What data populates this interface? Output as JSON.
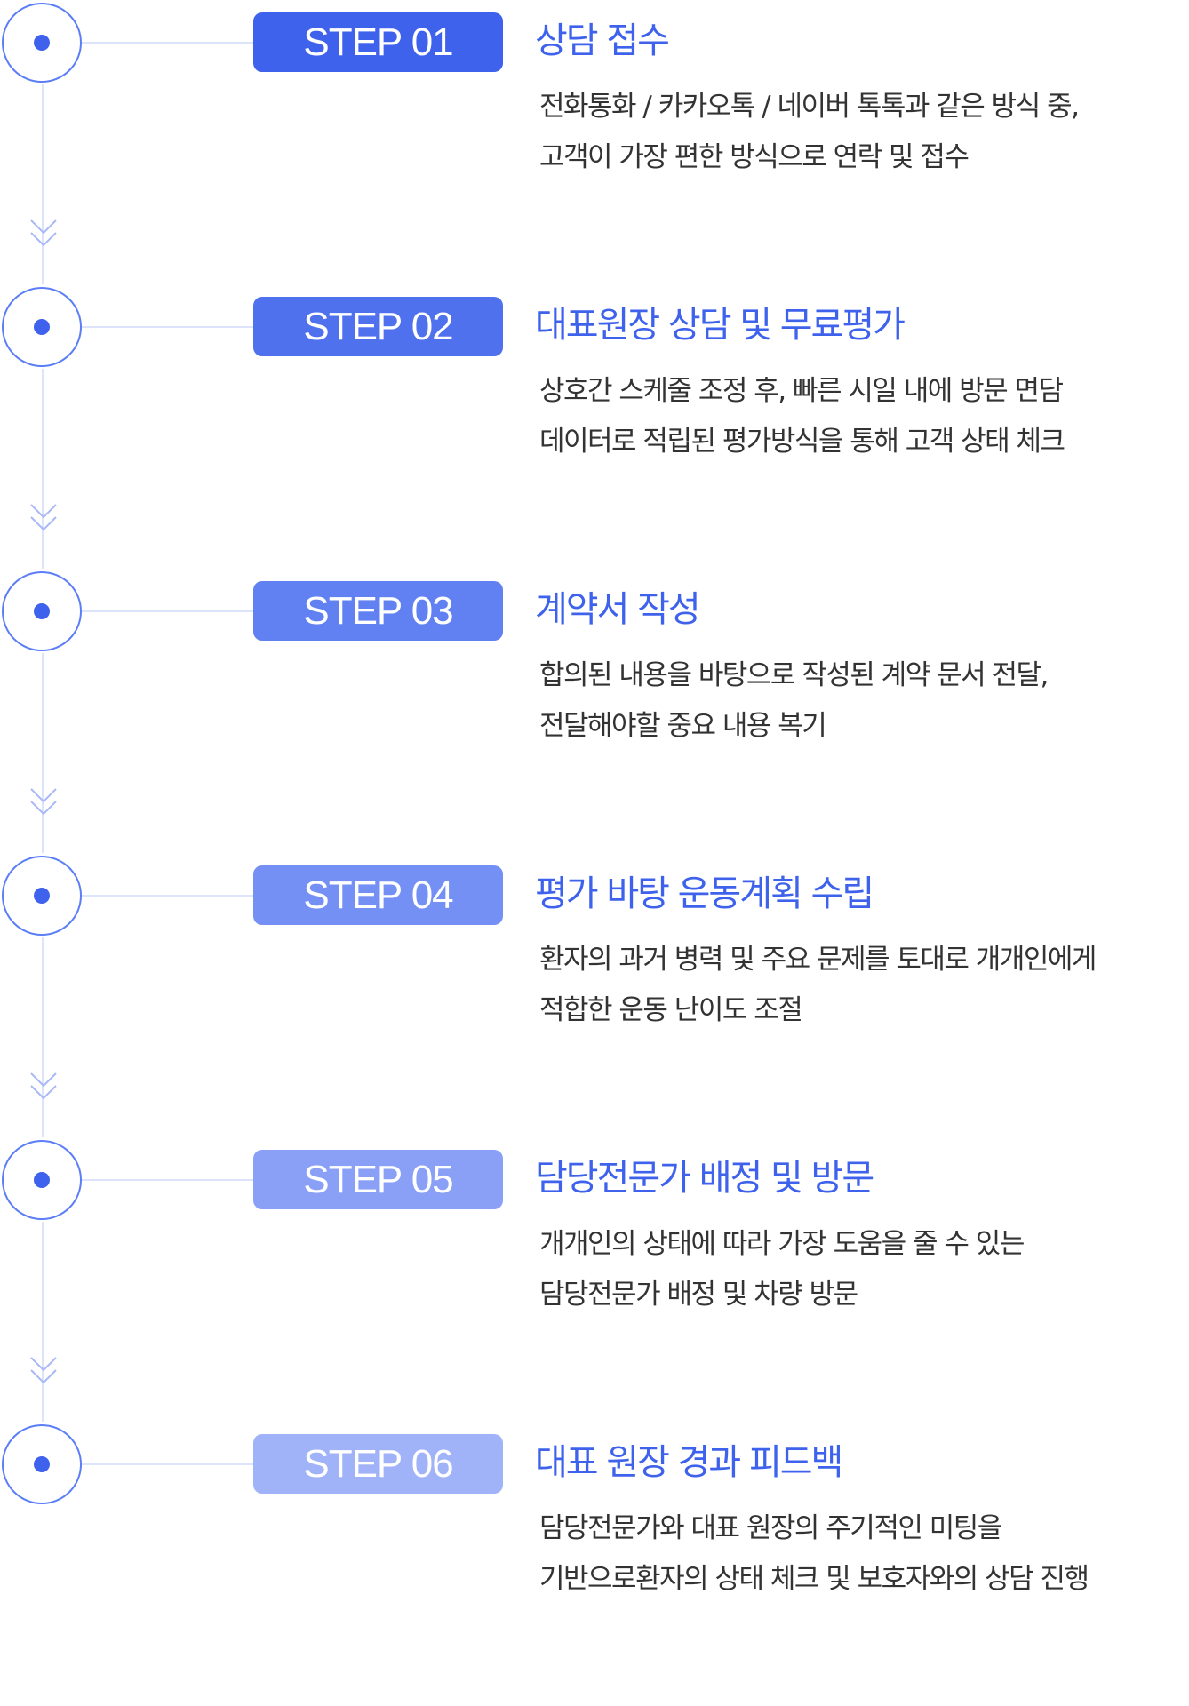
{
  "colors": {
    "accent": "#3f62ec",
    "line": "#dde3fb",
    "text": "#333333"
  },
  "steps": [
    {
      "badge": "STEP 01",
      "badge_color": "#3f62ec",
      "title": "상담 접수",
      "lines": [
        "전화통화 / 카카오톡 / 네이버 톡톡과 같은 방식 중,",
        "고객이 가장 편한 방식으로 연락 및 접수"
      ]
    },
    {
      "badge": "STEP 02",
      "badge_color": "#4f71ee",
      "title": "대표원장 상담 및 무료평가",
      "lines": [
        "상호간 스케줄 조정 후, 빠른 시일 내에 방문 면담",
        "데이터로 적립된 평가방식을 통해 고객 상태 체크"
      ]
    },
    {
      "badge": "STEP 03",
      "badge_color": "#6180f2",
      "title": "계약서 작성",
      "lines": [
        "합의된 내용을 바탕으로 작성된 계약 문서 전달,",
        "전달해야할 중요 내용 복기"
      ]
    },
    {
      "badge": "STEP 04",
      "badge_color": "#7590f4",
      "title": "평가 바탕 운동계획 수립",
      "lines": [
        "환자의 과거 병력 및 주요 문제를 토대로 개개인에게",
        "적합한 운동 난이도 조절"
      ]
    },
    {
      "badge": "STEP 05",
      "badge_color": "#8aa0f6",
      "title": "담당전문가 배정 및 방문",
      "lines": [
        "개개인의 상태에 따라 가장 도움을 줄 수 있는",
        "담당전문가 배정 및 차량 방문"
      ]
    },
    {
      "badge": "STEP 06",
      "badge_color": "#a0b2f8",
      "title": "대표 원장 경과 피드백",
      "lines": [
        "담당전문가와 대표 원장의 주기적인 미팅을",
        "기반으로환자의 상태 체크 및 보호자와의 상담 진행"
      ]
    }
  ]
}
